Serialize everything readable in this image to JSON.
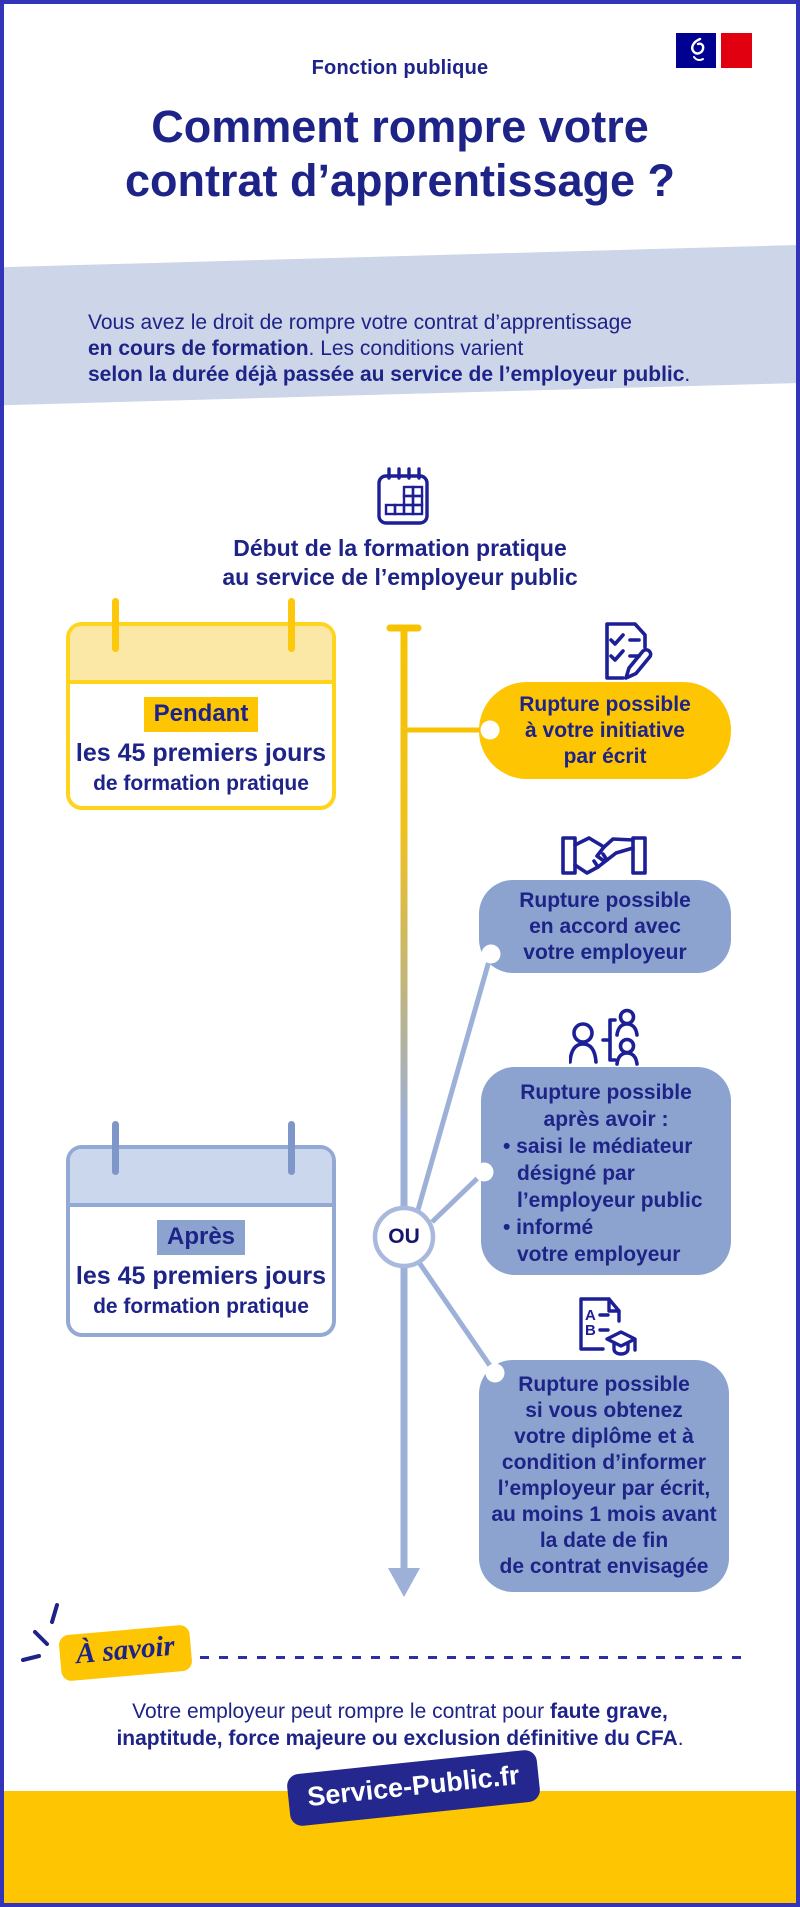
{
  "brand": {
    "ministry": "Fonction publique",
    "site": "Service-Public.fr"
  },
  "title": {
    "line1": "Comment rompre votre",
    "line2": "contrat d’apprentissage ?"
  },
  "intro": {
    "l1": "Vous avez le droit de rompre votre contrat d’apprentissage",
    "l2_bold": "en cours de formation",
    "l2_rest": ". Les conditions varient",
    "l3_bold": "selon la durée déjà passée au service de l’employeur public",
    "l3_rest": "."
  },
  "timeline": {
    "start_heading_line1": "Début de la formation pratique",
    "start_heading_line2": "au service de l’employeur public",
    "or_label": "OU"
  },
  "periods": {
    "pendant": {
      "highlight": "Pendant",
      "line1": "les 45 premiers jours",
      "line2": "de formation pratique"
    },
    "apres": {
      "highlight": "Après",
      "line1": "les 45 premiers jours",
      "line2": "de formation pratique"
    }
  },
  "branches": {
    "initiative": {
      "icon": "checklist-pen-icon",
      "lines": [
        "Rupture possible",
        "à votre initiative",
        "par écrit"
      ]
    },
    "accord": {
      "icon": "handshake-icon",
      "lines": [
        "Rupture possible",
        "en accord avec",
        "votre employeur"
      ]
    },
    "mediateur": {
      "icon": "mediator-icon",
      "lines": [
        "Rupture possible",
        "après avoir :",
        "• saisi le médiateur",
        "désigné par",
        "l’employeur public",
        "• informé",
        "votre employeur"
      ]
    },
    "diplome": {
      "icon": "diploma-icon",
      "lines": [
        "Rupture possible",
        "si vous obtenez",
        "votre diplôme et à",
        "condition d’informer",
        "l’employeur par écrit,",
        "au moins 1 mois avant",
        "la date de fin",
        "de contrat envisagée"
      ]
    }
  },
  "know": {
    "label": "À savoir",
    "line1_normal": "Votre employeur peut rompre le contrat pour ",
    "line1_bold": "faute grave,",
    "line2_bold": "inaptitude, force majeure ou exclusion définitive du CFA",
    "line2_rest": "."
  },
  "colors": {
    "navy_text": "#1e2388",
    "icon_navy": "#1d1f96",
    "gold": "#fec502",
    "gold_border": "#ffd41c",
    "gold_band": "#fbe7a6",
    "slate_box": "#8ba3ce",
    "slate_border": "#93a9d4",
    "slate_band": "#cbd7ed",
    "banner_bg": "#cdd5e9",
    "timeline_slate": "#9cb0d8",
    "flag_blue": "#000091",
    "flag_red": "#e1000f",
    "page_border": "#3434bb",
    "button_bg": "#23278e"
  }
}
